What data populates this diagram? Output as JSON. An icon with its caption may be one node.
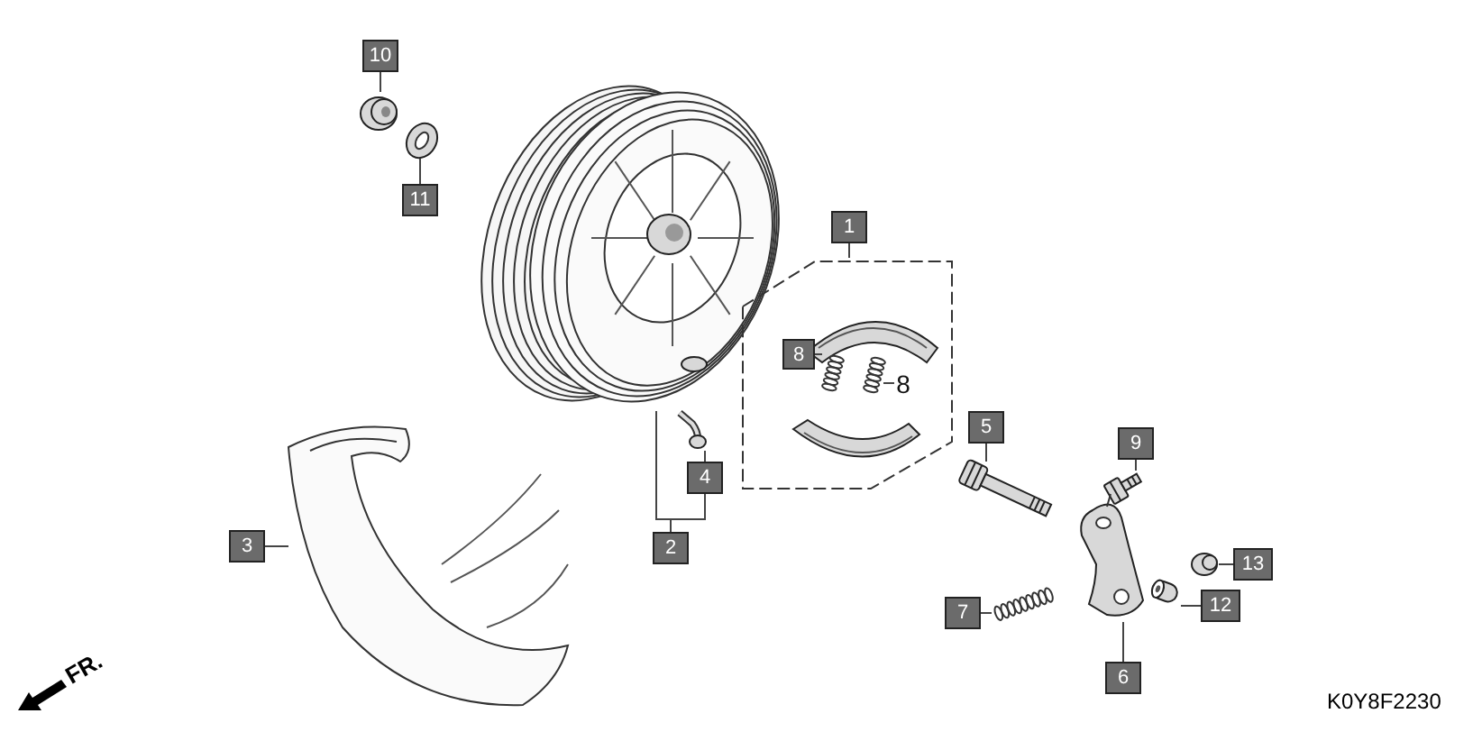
{
  "diagram": {
    "nodes": [
      {
        "text": [
          "10"
        ]
      },
      {
        "text": [],
        "shape": "picture"
      },
      {
        "text": [],
        "shape": "picture"
      },
      {
        "text": [
          "11"
        ]
      },
      {
        "text": [],
        "shape": "picture"
      },
      {
        "text": [
          "1"
        ]
      },
      {
        "text": [],
        "shape": "picture"
      },
      {
        "text": [
          "8"
        ],
        "in": 6
      },
      {
        "text": [],
        "shape": "picture",
        "in": 6
      },
      {
        "text": [],
        "shape": "picture",
        "in": 6
      },
      {
        "text": [
          "8"
        ],
        "in": 6
      },
      {
        "text": [],
        "shape": "picture"
      },
      {
        "text": [
          "4"
        ]
      },
      {
        "text": [
          "2"
        ]
      },
      {
        "text": [
          "3"
        ]
      },
      {
        "text": [],
        "shape": "picture"
      },
      {
        "text": [
          "5"
        ]
      },
      {
        "text": [],
        "shape": "picture"
      },
      {
        "text": [
          "9"
        ]
      },
      {
        "text": [],
        "shape": "picture"
      },
      {
        "text": [],
        "shape": "picture"
      },
      {
        "text": [
          "7"
        ]
      },
      {
        "text": [],
        "shape": "picture"
      },
      {
        "text": [
          "6"
        ]
      },
      {
        "text": [],
        "shape": "picture"
      },
      {
        "text": [
          "13"
        ]
      },
      {
        "text": [],
        "shape": "picture"
      },
      {
        "text": [
          "12"
        ]
      }
    ],
    "edges": [
      {
        "from": 0,
        "to": 1,
        "arrow": "none"
      },
      {
        "from": 3,
        "to": 2,
        "arrow": "none"
      },
      {
        "from": 5,
        "to": 6,
        "arrow": "none"
      },
      {
        "from": 7,
        "to": 8,
        "arrow": "none"
      },
      {
        "from": 10,
        "to": 9,
        "arrow": "none"
      },
      {
        "from": 12,
        "to": 11,
        "arrow": "none"
      },
      {
        "from": 13,
        "to": 4,
        "arrow": "none"
      },
      {
        "from": 13,
        "to": 12,
        "arrow": "none"
      },
      {
        "from": 14,
        "to": 15,
        "arrow": "none"
      },
      {
        "from": 16,
        "to": 17,
        "arrow": "none"
      },
      {
        "from": 18,
        "to": 19,
        "arrow": "none"
      },
      {
        "from": 21,
        "to": 20,
        "arrow": "none"
      },
      {
        "from": 23,
        "to": 22,
        "arrow": "none"
      },
      {
        "from": 25,
        "to": 24,
        "arrow": "none"
      },
      {
        "from": 27,
        "to": 26,
        "arrow": "none"
      }
    ],
    "labels": [
      "FR.",
      "K0Y8F2230"
    ]
  }
}
